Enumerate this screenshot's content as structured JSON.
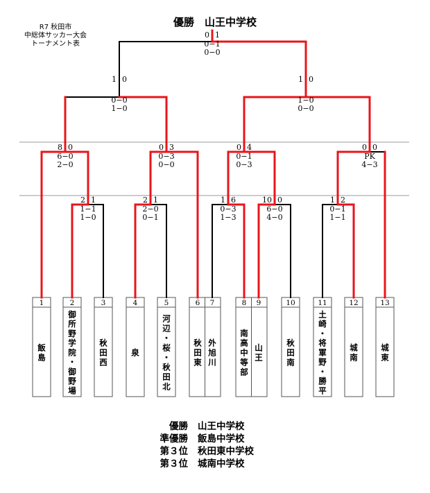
{
  "title": "優勝　山王中学校",
  "subtitle": {
    "line1": "R7 秋田市",
    "line2": "中総体サッカー大会",
    "line3": "トーナメント表"
  },
  "teams": [
    {
      "num": "1",
      "name": "飯島"
    },
    {
      "num": "2",
      "name": "御所野学院・御野場"
    },
    {
      "num": "3",
      "name": "秋田西"
    },
    {
      "num": "4",
      "name": "泉"
    },
    {
      "num": "5",
      "name": "河辺・桜・秋田北"
    },
    {
      "num": "6",
      "name": "秋田東"
    },
    {
      "num": "7",
      "name": "外旭川"
    },
    {
      "num": "8",
      "name": "南高中等部"
    },
    {
      "num": "9",
      "name": "山王"
    },
    {
      "num": "10",
      "name": "秋田南"
    },
    {
      "num": "11",
      "name": "土崎・将軍野・勝平"
    },
    {
      "num": "12",
      "name": "城南"
    },
    {
      "num": "13",
      "name": "城東"
    }
  ],
  "matches": [
    {
      "id": "r1_2v3",
      "left": "2",
      "right": "1",
      "halves": [
        "1−1",
        "1−0"
      ]
    },
    {
      "id": "r1_4v5",
      "left": "2",
      "right": "1",
      "halves": [
        "2−0",
        "0−1"
      ]
    },
    {
      "id": "r1_7v8",
      "left": "1",
      "right": "6",
      "halves": [
        "0−3",
        "1−3"
      ]
    },
    {
      "id": "r1_9v10",
      "left": "10",
      "right": "0",
      "halves": [
        "6−0",
        "4−0"
      ]
    },
    {
      "id": "r1_11v12",
      "left": "1",
      "right": "2",
      "halves": [
        "0−1",
        "1−1"
      ]
    },
    {
      "id": "qf1",
      "left": "8",
      "right": "0",
      "halves": [
        "6−0",
        "2−0"
      ]
    },
    {
      "id": "qf2",
      "left": "0",
      "right": "3",
      "halves": [
        "0−3",
        "0−0"
      ]
    },
    {
      "id": "qf3",
      "left": "0",
      "right": "4",
      "halves": [
        "0−1",
        "0−3"
      ]
    },
    {
      "id": "qf4",
      "left": "0",
      "right": "0",
      "halves": [
        "PK",
        "4−3"
      ]
    },
    {
      "id": "sf1",
      "left": "1",
      "right": "0",
      "halves": [
        "0−0",
        "1−0"
      ]
    },
    {
      "id": "sf2",
      "left": "1",
      "right": "0",
      "halves": [
        "1−0",
        "0−0"
      ]
    },
    {
      "id": "final",
      "left": "0",
      "right": "1",
      "halves": [
        "0−1",
        "0−0"
      ]
    }
  ],
  "results": [
    {
      "rank": "優勝",
      "school": "山王中学校"
    },
    {
      "rank": "準優勝",
      "school": "飯島中学校"
    },
    {
      "rank": "第３位",
      "school": "秋田東中学校"
    },
    {
      "rank": "第３位",
      "school": "城南中学校"
    }
  ],
  "colors": {
    "winner_line": "#e8151b",
    "line": "#000000",
    "separator": "#9a9a9a",
    "box_border": "#555555"
  }
}
